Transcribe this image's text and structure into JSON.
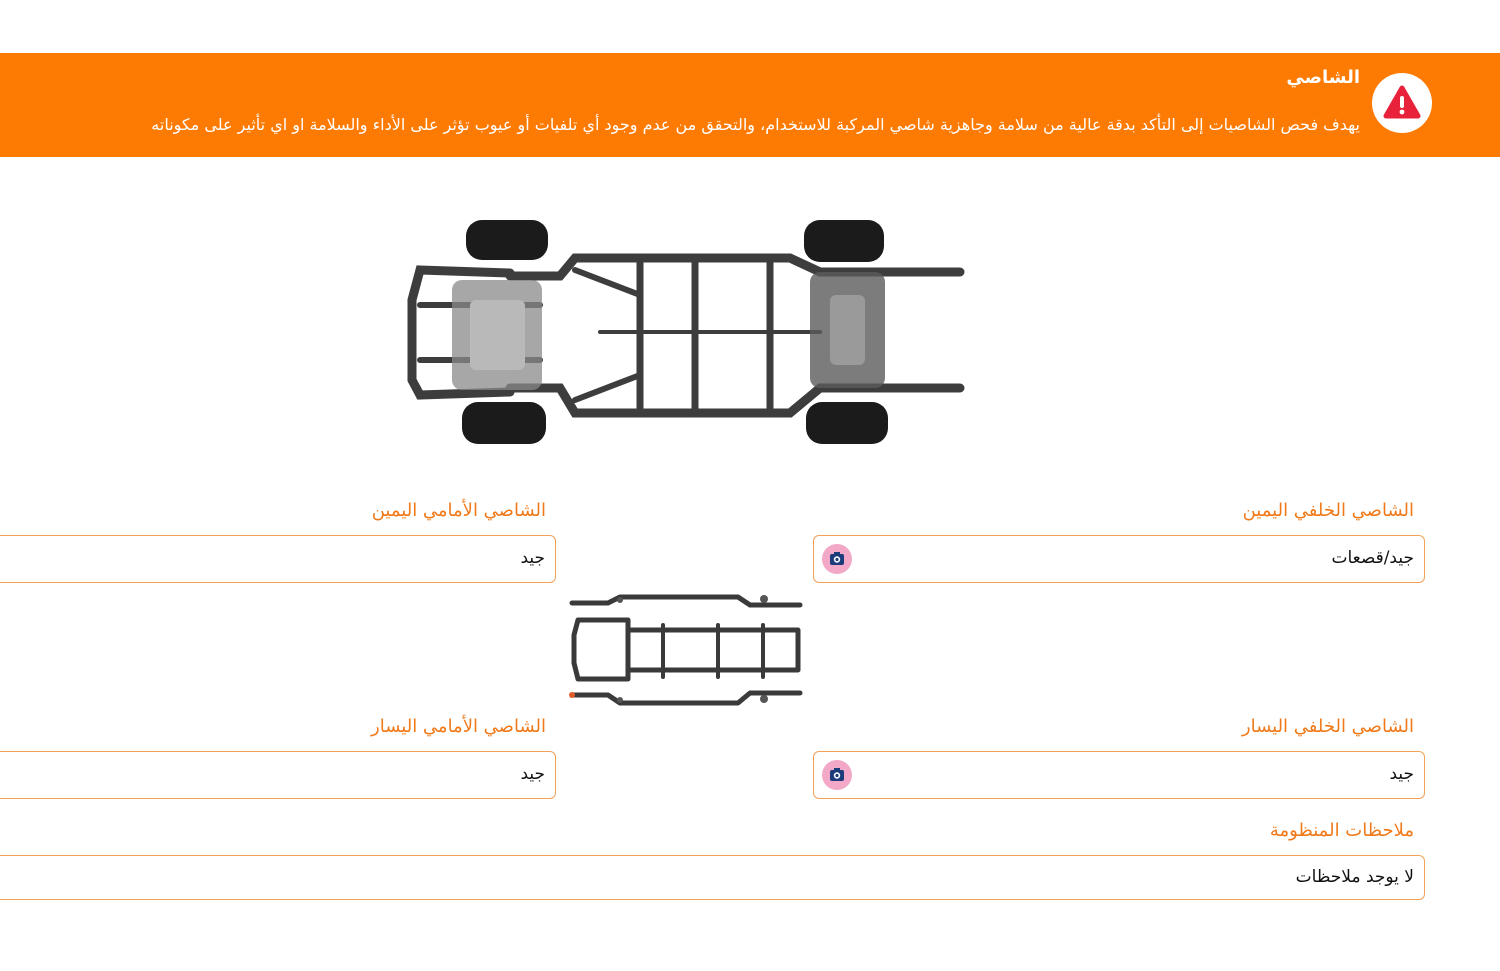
{
  "section": {
    "title": "الشاصي",
    "description": "يهدف فحص الشاصيات إلى التأكد بدقة عالية من سلامة وجاهزية شاصي المركبة للاستخدام، والتحقق من عدم وجود أي تلفيات أو عيوب تؤثر على الأداء والسلامة او اي تأثير على مكوناته",
    "icon": "warning-triangle-icon",
    "accent_color": "#fd7a03"
  },
  "fields": {
    "rear_right": {
      "label": "الشاصي الخلفي اليمين",
      "value": "جيد/قصعات",
      "has_photo": true
    },
    "front_right": {
      "label": "الشاصي الأمامي اليمين",
      "value": "جيد"
    },
    "rear_left": {
      "label": "الشاصي الخلفي اليسار",
      "value": "جيد",
      "has_photo": true
    },
    "front_left": {
      "label": "الشاصي الأمامي اليسار",
      "value": "جيد"
    },
    "notes": {
      "label": "ملاحظات المنظومة",
      "value": "لا يوجد ملاحظات"
    }
  },
  "images": {
    "main": "chassis-with-wheels-image",
    "diagram": "bare-frame-image"
  },
  "label_color": "#f07a1a",
  "border_color": "#f4a15a"
}
